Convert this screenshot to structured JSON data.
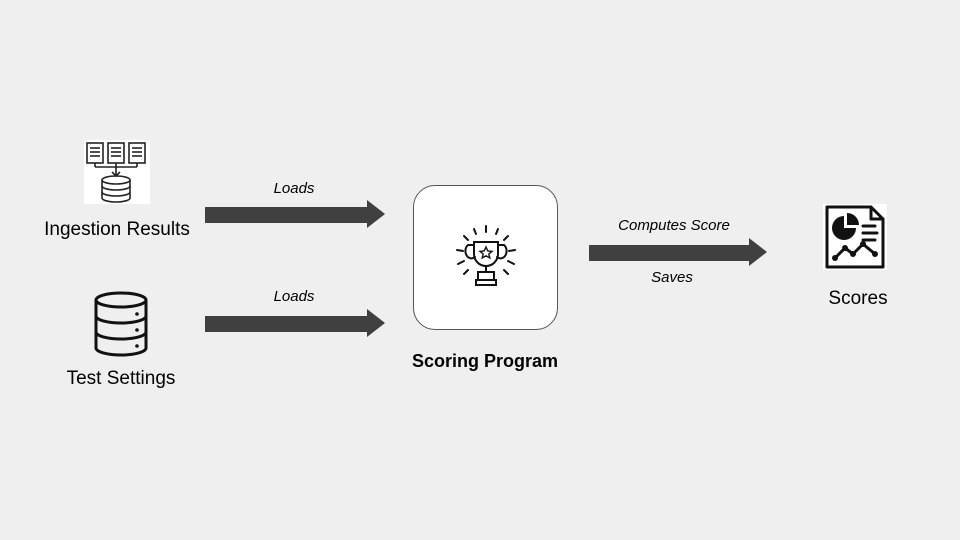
{
  "nodes": {
    "ingestion": {
      "label": "Ingestion Results"
    },
    "settings": {
      "label": "Test Settings"
    },
    "program": {
      "label": "Scoring Program"
    },
    "scores": {
      "label": "Scores"
    }
  },
  "edges": {
    "ingestion_to_program": {
      "label": "Loads"
    },
    "settings_to_program": {
      "label": "Loads"
    },
    "program_to_scores": {
      "top_label": "Computes Score",
      "bottom_label": "Saves"
    }
  },
  "icons": {
    "ingestion": "documents-to-database-icon",
    "settings": "database-icon",
    "program": "trophy-icon",
    "scores": "report-chart-icon"
  },
  "colors": {
    "background": "#efefef",
    "arrow": "#404040",
    "program_box": "#ffffff"
  }
}
